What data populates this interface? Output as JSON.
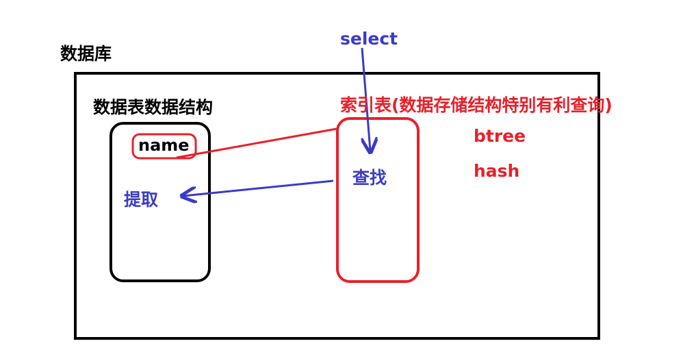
{
  "database_label": "数据库",
  "table_structure_label": "数据表数据结构",
  "name_field_label": "name",
  "extract_label": "提取",
  "select_label": "select",
  "index_table_label": "索引表(数据存储结构特别有利查询)",
  "find_label": "查找",
  "index_types": {
    "btree": "btree",
    "hash": "hash"
  },
  "colors": {
    "black": "#000000",
    "red": "#e8202a",
    "blue": "#3b3bc8"
  }
}
